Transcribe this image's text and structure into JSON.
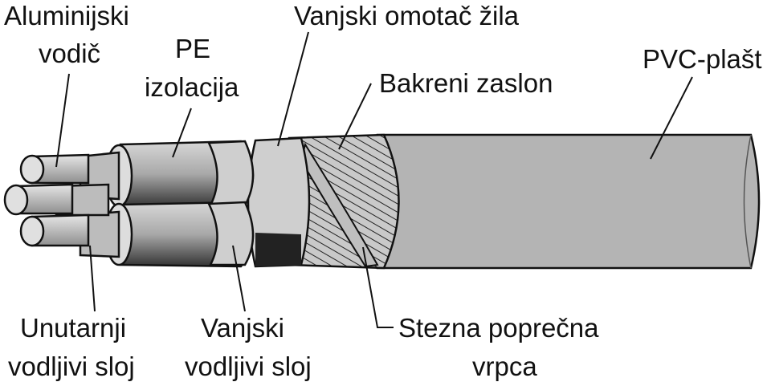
{
  "labels": {
    "aluminium_conductor": [
      "Aluminijski",
      "vodič"
    ],
    "pe_insulation": [
      "PE",
      "izolacija"
    ],
    "core_outer_sheath": "Vanjski omotač žila",
    "copper_screen": "Bakreni zaslon",
    "pvc_sheath": "PVC-plašt",
    "inner_semicon": [
      "Unutarnji",
      "vodljivi sloj"
    ],
    "outer_semicon": [
      "Vanjski",
      "vodljivi sloj"
    ],
    "binding_tape": [
      "Stezna poprečna",
      "vrpca"
    ]
  },
  "colors": {
    "sheath": "#b4b4b4",
    "conductor": "#c8c8c8",
    "insulation": "#bdbdbd",
    "dark": "#1a1a1a"
  }
}
